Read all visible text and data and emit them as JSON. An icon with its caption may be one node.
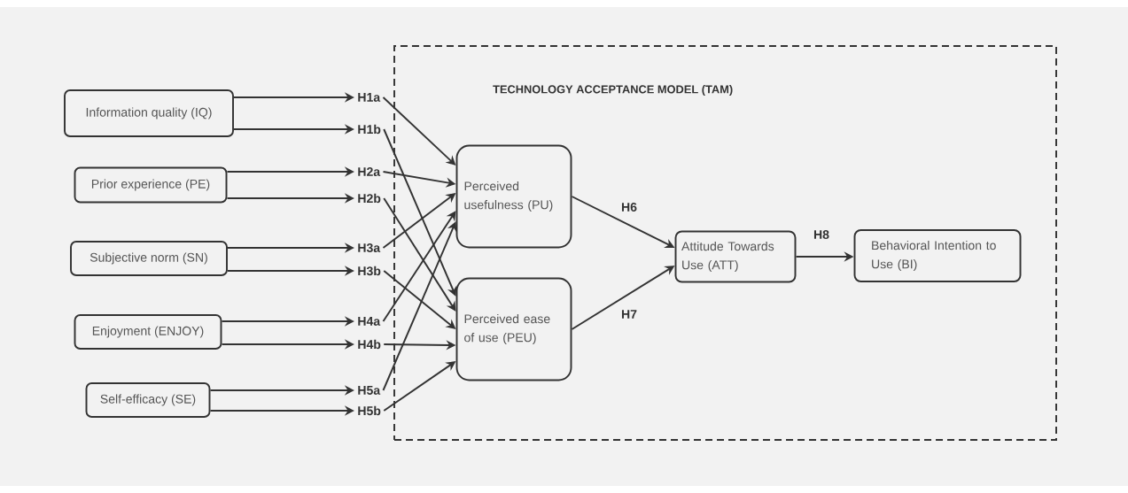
{
  "diagram": {
    "nodes": [
      {
        "text": [
          "Information quality (IQ)"
        ]
      },
      {
        "text": [
          "Prior experience (PE)"
        ]
      },
      {
        "text": [
          "Subjective norm (SN)"
        ]
      },
      {
        "text": [
          "Enjoyment (ENJOY)"
        ]
      },
      {
        "text": [
          "Self-efficacy (SE)"
        ]
      },
      {
        "text": [
          "H1a"
        ]
      },
      {
        "text": [
          "H1b"
        ]
      },
      {
        "text": [
          "H2a"
        ]
      },
      {
        "text": [
          "H2b"
        ]
      },
      {
        "text": [
          "H3a"
        ]
      },
      {
        "text": [
          "H3b"
        ]
      },
      {
        "text": [
          "H4a"
        ]
      },
      {
        "text": [
          "H4b"
        ]
      },
      {
        "text": [
          "H5a"
        ]
      },
      {
        "text": [
          "H5b"
        ]
      },
      {
        "text": [
          "TECHNOLOGY ACCEPTANCE MODEL (TAM)"
        ]
      },
      {
        "text": [
          "Perceived usefulness (PU)"
        ],
        "in": 15
      },
      {
        "text": [
          "Perceived ease of use (PEU)"
        ],
        "in": 15
      },
      {
        "text": [
          "Attitude Towards Use (ATT)"
        ],
        "in": 15
      },
      {
        "text": [
          "Behavioral Intention to Use (BI)"
        ],
        "in": 15
      }
    ],
    "edges": [
      {
        "from": 0,
        "to": 5,
        "arrow": "to"
      },
      {
        "from": 0,
        "to": 6,
        "arrow": "to"
      },
      {
        "from": 1,
        "to": 7,
        "arrow": "to"
      },
      {
        "from": 1,
        "to": 8,
        "arrow": "to"
      },
      {
        "from": 2,
        "to": 9,
        "arrow": "to"
      },
      {
        "from": 2,
        "to": 10,
        "arrow": "to"
      },
      {
        "from": 3,
        "to": 11,
        "arrow": "to"
      },
      {
        "from": 3,
        "to": 12,
        "arrow": "to"
      },
      {
        "from": 4,
        "to": 13,
        "arrow": "to"
      },
      {
        "from": 4,
        "to": 14,
        "arrow": "to"
      },
      {
        "from": 5,
        "to": 16,
        "arrow": "to"
      },
      {
        "from": 6,
        "to": 17,
        "arrow": "to"
      },
      {
        "from": 7,
        "to": 16,
        "arrow": "to"
      },
      {
        "from": 8,
        "to": 17,
        "arrow": "to"
      },
      {
        "from": 9,
        "to": 16,
        "arrow": "to"
      },
      {
        "from": 10,
        "to": 17,
        "arrow": "to"
      },
      {
        "from": 11,
        "to": 16,
        "arrow": "to"
      },
      {
        "from": 12,
        "to": 17,
        "arrow": "to"
      },
      {
        "from": 13,
        "to": 16,
        "arrow": "to"
      },
      {
        "from": 14,
        "to": 17,
        "arrow": "to"
      },
      {
        "from": 16,
        "to": 18,
        "arrow": "to",
        "label": "H6"
      },
      {
        "from": 17,
        "to": 18,
        "arrow": "to",
        "label": "H7"
      },
      {
        "from": 18,
        "to": 19,
        "arrow": "to",
        "label": "H8"
      }
    ]
  }
}
